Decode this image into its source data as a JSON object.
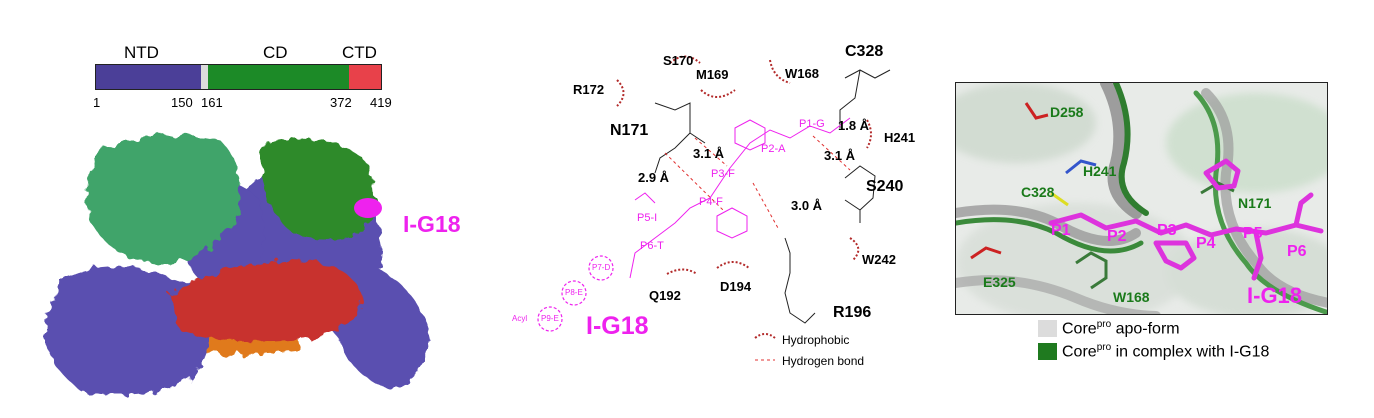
{
  "domain_bar": {
    "segments": [
      {
        "name": "NTD",
        "color": "#4b3f98"
      },
      {
        "name": "CD",
        "color": "#1c8a27"
      },
      {
        "name": "CTD",
        "color": "#e8414a"
      }
    ],
    "linker_color": "#dcdcdc",
    "positions": [
      "1",
      "150",
      "161",
      "372",
      "419"
    ]
  },
  "structure": {
    "ligand_label": "I-G18",
    "colors": {
      "ntd": "#5a4fb0",
      "cd_dark": "#2e8a2a",
      "cd_light": "#3fa46a",
      "ctd": "#c8302f",
      "ligand": "#ee22ee",
      "orange": "#e07a1a"
    }
  },
  "interaction": {
    "residues": {
      "c328": "C328",
      "s170": "S170",
      "m169": "M169",
      "w168": "W168",
      "r172": "R172",
      "n171": "N171",
      "h241": "H241",
      "s240": "S240",
      "w242": "W242",
      "q192": "Q192",
      "d194": "D194",
      "r196": "R196"
    },
    "distances": [
      "3.1 Å",
      "2.9 Å",
      "1.8 Å",
      "3.1 Å",
      "3.0 Å"
    ],
    "peptide": [
      "P1-G",
      "P2-A",
      "P3-F",
      "P4-F",
      "P5-I",
      "P6-T",
      "P7-D",
      "P8-E",
      "P9-E"
    ],
    "acyl": "Acyl",
    "ligand_label": "I-G18",
    "legend": {
      "hydrophobic": "Hydrophobic",
      "hbond": "Hydrogen bond"
    }
  },
  "closeup": {
    "residues": {
      "d258": "D258",
      "h241": "H241",
      "c328": "C328",
      "n171": "N171",
      "e325": "E325",
      "w168": "W168"
    },
    "positions": [
      "P1",
      "P2",
      "P3",
      "P4",
      "P5",
      "P6"
    ],
    "ligand_label": "I-G18",
    "legend": {
      "apo": {
        "pre": "Core",
        "sup": "pro",
        "post": " apo-form",
        "color": "#dcdcdc"
      },
      "complex": {
        "pre": "Core",
        "sup": "pro",
        "post": " in complex with I-G18",
        "color": "#1f7a1f"
      }
    }
  }
}
